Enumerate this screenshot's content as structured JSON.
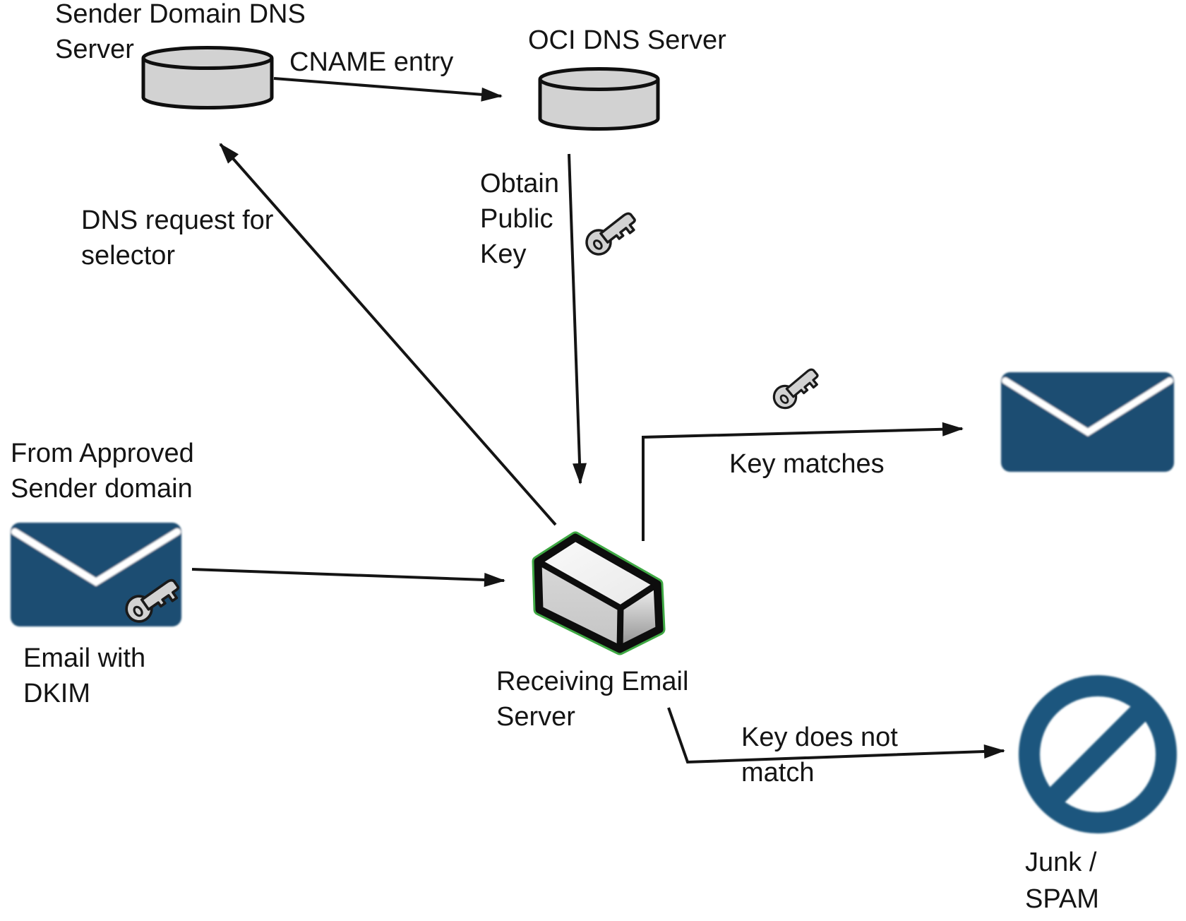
{
  "diagram": {
    "nodes": {
      "sender_dns": {
        "label_lines": [
          "Sender Domain DNS",
          "Server"
        ],
        "icon": "database-cylinder-icon"
      },
      "oci_dns": {
        "label_lines": [
          "OCI DNS Server"
        ],
        "icon": "database-cylinder-icon"
      },
      "email_dkim": {
        "label_lines": [
          "From Approved",
          "Sender domain"
        ],
        "caption_lines": [
          "Email with",
          "DKIM"
        ],
        "icon": "envelope-icon",
        "badge": "key-icon"
      },
      "receiving_server": {
        "label_lines": [
          "Receiving Email",
          "Server"
        ],
        "icon": "server-box-icon"
      },
      "delivered_email": {
        "icon": "envelope-icon",
        "badge": "key-icon"
      },
      "junk": {
        "label_lines": [
          "Junk /",
          "SPAM"
        ],
        "icon": "prohibition-icon"
      }
    },
    "edges": {
      "cname": {
        "label": "CNAME entry"
      },
      "obtain_key": {
        "label_lines": [
          "Obtain",
          "Public",
          "Key"
        ],
        "icon": "key-icon"
      },
      "dns_request": {
        "label_lines": [
          "DNS request for",
          "selector"
        ]
      },
      "key_matches": {
        "label": "Key matches",
        "icon": "key-icon"
      },
      "key_no_match": {
        "label_lines": [
          "Key does not",
          "match"
        ]
      }
    },
    "colors": {
      "envelope_blue": "#1a4e72",
      "blocked_blue": "#1d567e",
      "shape_gray": "#d2d2d2",
      "server_edge_green": "#3fa944",
      "line_black": "#141414"
    }
  }
}
